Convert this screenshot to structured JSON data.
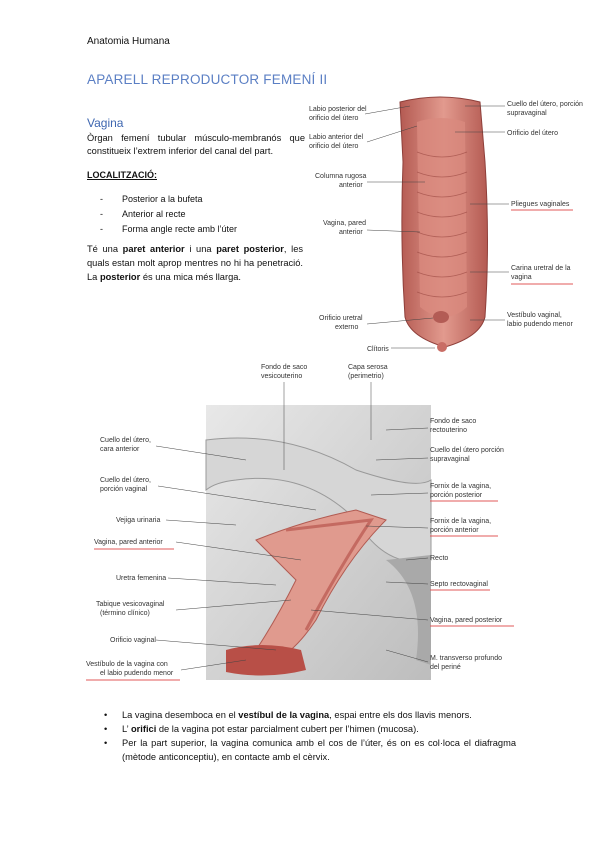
{
  "header": "Anatomia Humana",
  "title": "APARELL REPRODUCTOR FEMENÍ II",
  "section": {
    "subtitle": "Vagina",
    "intro": "Òrgan femení tubular músculo-membranós que constitueix l’extrem inferior del canal del part.",
    "loc_heading": "LOCALITZACIÓ:",
    "loc_items": [
      "Posterior a la bufeta",
      "Anterior al recte",
      "Forma angle recte amb l’úter"
    ],
    "walls": {
      "p1": "Té una ",
      "b1": "paret anterior",
      "p2": " i una ",
      "b2": "paret posterior",
      "p3": ", les quals estan molt aprop mentres no hi ha penetració. La ",
      "b3": "posterior",
      "p4": " és una mica més llarga."
    }
  },
  "figure1": {
    "labels_left": [
      "Labio posterior del",
      "orificio del útero",
      "Labio anterior del",
      "orificio del útero",
      "Columna rugosa",
      "anterior",
      "Vagina, pared",
      "anterior",
      "Orificio uretral",
      "externo",
      "Clítoris"
    ],
    "labels_right": [
      "Cuello del útero, porción",
      "supravaginal",
      "Orificio del útero",
      "Pliegues vaginales",
      "Carina uretral de la",
      "vagina",
      "Vestíbulo vaginal,",
      "labio pudendo menor"
    ]
  },
  "figure2": {
    "labels_top": [
      "Fondo de saco",
      "vesicouterino",
      "Capa serosa",
      "(perimetrio)"
    ],
    "labels_left": [
      "Cuello del útero,",
      "cara anterior",
      "Cuello del útero,",
      "porción vaginal",
      "Vejiga urinaria",
      "Vagina, pared anterior",
      "Uretra femenina",
      "Tabique vesicovaginal",
      "(término clínico)",
      "Orificio vaginal",
      "Vestíbulo de la vagina con",
      "el labio pudendo menor"
    ],
    "labels_right": [
      "Fondo de saco",
      "rectouterino",
      "Cuello del útero porción",
      "supravaginal",
      "Fornix de la vagina,",
      "porción posterior",
      "Fornix de la vagina,",
      "porción anterior",
      "Recto",
      "Septo rectovaginal",
      "Vagina, pared posterior",
      "M. transverso profundo",
      "del periné"
    ]
  },
  "bullets": [
    {
      "a": "La vagina desemboca en el ",
      "b": "vestíbul de la vagina",
      "c": ", espai entre els dos llavis menors."
    },
    {
      "a": "L’ ",
      "b": "orifici",
      "c": " de la vagina pot estar parcialment cubert per l’himen (mucosa)."
    },
    {
      "a": "Per la part superior, la vagina comunica amb el cos de l’úter, és on es col·loca el diafragma (mètode anticonceptiu), en contacte amb el cèrvix.",
      "b": "",
      "c": ""
    }
  ],
  "colors": {
    "title": "#5b7fc4",
    "underline": "#e05a5a",
    "tissue": "#d9837a"
  }
}
